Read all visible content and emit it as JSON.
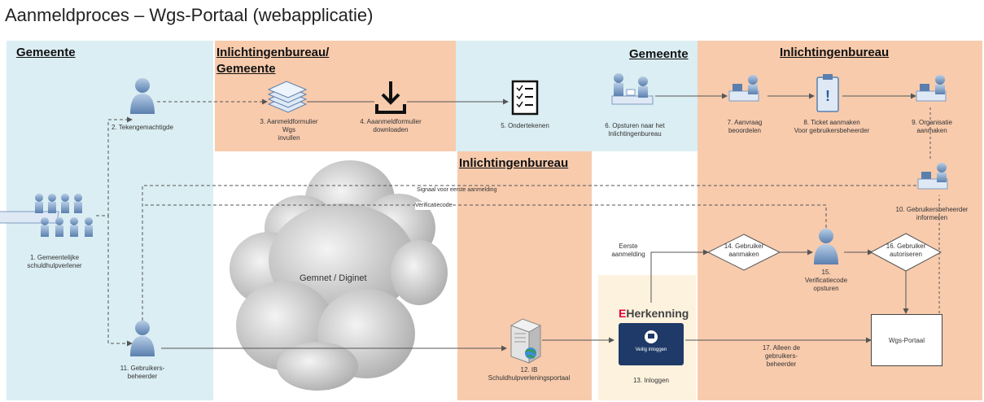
{
  "title": "Aanmeldproces – Wgs-Portaal (webapplicatie)",
  "zones": {
    "gemeente_left": "Gemeente",
    "ib_gemeente_line1": "Inlichtingenbureau/",
    "ib_gemeente_line2": "Gemeente",
    "gemeente_mid": "Gemeente",
    "ib_right": "Inlichtingenbureau",
    "ib_mid": "Inlichtingenbureau"
  },
  "steps": {
    "s1_l1": "1. Gemeentelijke",
    "s1_l2": "schuldhulpverlener",
    "s2": "2. Tekengemachtigde",
    "s3_l1": "3. Aanmeldformulier",
    "s3_l2": "Wgs",
    "s3_l3": "invullen",
    "s4_l1": "4. Aaanmeldformulier",
    "s4_l2": "downloaden",
    "s5": "5. Ondertekenen",
    "s6_l1": "6. Opsturen naar het",
    "s6_l2": "Inlichtingenbureau",
    "s7_l1": "7. Aanvraag",
    "s7_l2": "beoordelen",
    "s8_l1": "8. Ticket aanmaken",
    "s8_l2": "Voor gebruikersbeheerder",
    "s9_l1": "9. Organisatie",
    "s9_l2": "aanmaken",
    "s10_l1": "10. Gebruikersbeheerder",
    "s10_l2": "informeren",
    "s11_l1": "11. Gebruikers-",
    "s11_l2": "beheerder",
    "s12_l1": "12. IB",
    "s12_l2": "Schuldhulpverleningsportaal",
    "s13": "13. Inloggen",
    "s14_l1": "14. Gebruiker",
    "s14_l2": "aanmaken",
    "s15_l1": "15.",
    "s15_l2": "Verificatiecode",
    "s15_l3": "opsturen",
    "s16_l1": "16. Gebruiker",
    "s16_l2": "autoriseren",
    "s17_l1": "17. Alleen de",
    "s17_l2": "gebruikers-",
    "s17_l3": "beheerder"
  },
  "edges": {
    "signaal": "Signaal voor eerste aanmelding",
    "verificatie": "Verificatiecode",
    "eerste_l1": "Eerste",
    "eerste_l2": "aanmelding"
  },
  "cloud_label": "Gemnet / Diginet",
  "wgs_portaal": "Wgs-Portaal",
  "eherkenning": {
    "logo_e": "E",
    "logo_rest": "Herkenning",
    "button": "Veilig inloggen"
  },
  "colors": {
    "blue_zone": "#dbeef3",
    "orange_zone": "#f8cbad",
    "beige_zone": "#fdf2de",
    "person": "#8faecf",
    "eh_red": "#e4003a",
    "eh_navy": "#1f3a68"
  }
}
